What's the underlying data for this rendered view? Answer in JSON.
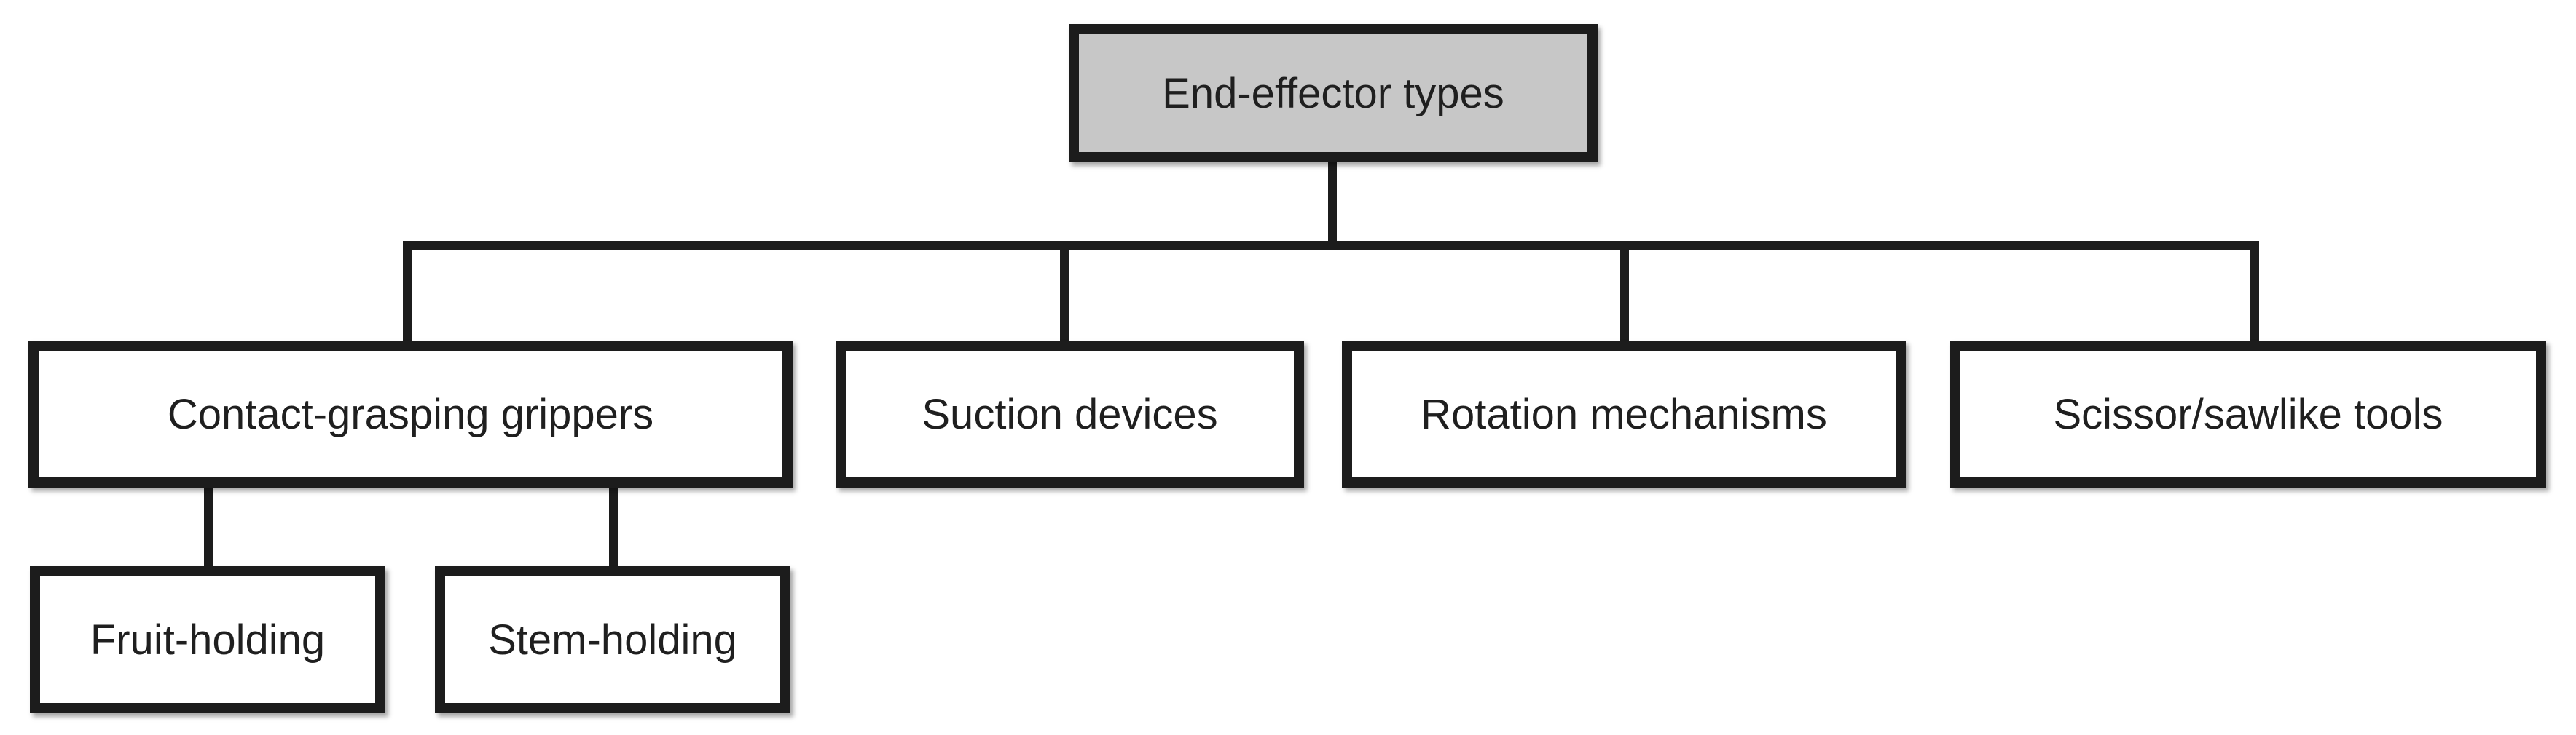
{
  "diagram": {
    "root": {
      "label": "End-effector types"
    },
    "categories": [
      {
        "label": "Contact-grasping grippers"
      },
      {
        "label": "Suction devices"
      },
      {
        "label": "Rotation mechanisms"
      },
      {
        "label": "Scissor/sawlike tools"
      }
    ],
    "subcategories": [
      {
        "label": "Fruit-holding"
      },
      {
        "label": "Stem-holding"
      }
    ],
    "colors": {
      "root_fill": "#c7c7c7",
      "node_fill": "#ffffff",
      "border": "#1c1c1c",
      "text": "#1f1f1f"
    }
  }
}
